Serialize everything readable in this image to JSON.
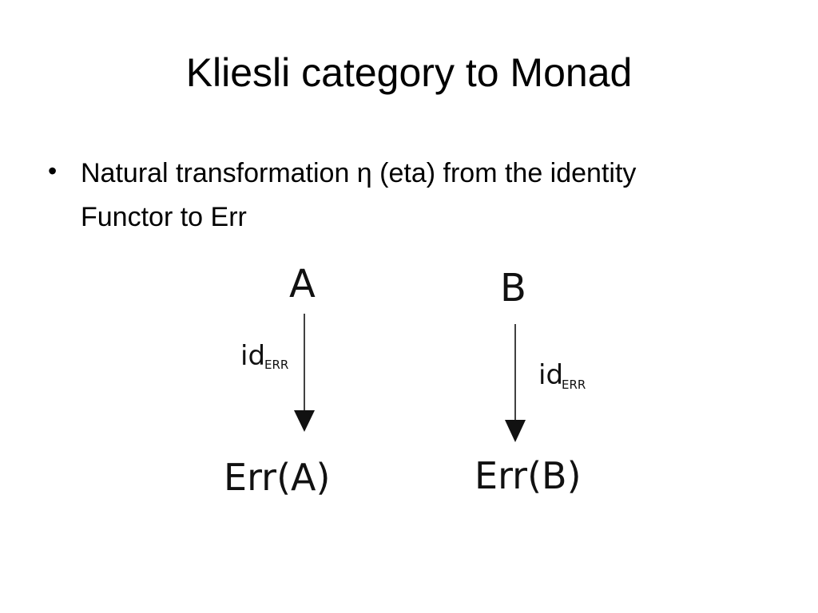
{
  "slide": {
    "title": "Kliesli category to Monad",
    "bullet": "Natural transformation η (eta) from the identity Functor to Err"
  },
  "diagram": {
    "left": {
      "source": "A",
      "morphism": "id",
      "morphism_subscript": "ERR",
      "target": "Err(A)"
    },
    "right": {
      "source": "B",
      "morphism": "id",
      "morphism_subscript": "ERR",
      "target": "Err(B)"
    }
  }
}
